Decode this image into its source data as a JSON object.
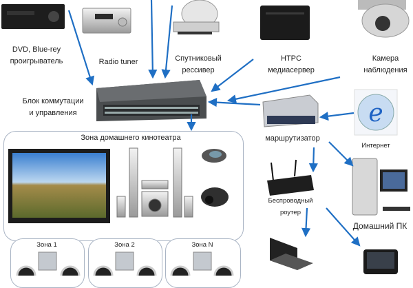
{
  "devices": {
    "dvd": {
      "line1": "DVD, Blue-rey",
      "line2": "проигрыватель"
    },
    "radio": {
      "line1": "Radio tuner"
    },
    "satellite": {
      "line1": "Спутниковый",
      "line2": "рессивер"
    },
    "htpc": {
      "line1": "HTPC",
      "line2": "медиасервер"
    },
    "camera": {
      "line1": "Камера",
      "line2": "наблюдения"
    },
    "switch": {
      "line1": "Блок коммутации",
      "line2": "и управления"
    },
    "router": {
      "line1": "маршрутизатор"
    },
    "internet": {
      "line1": "Интернет"
    },
    "wireless": {
      "line1": "Беспроводный",
      "line2": "роутер"
    },
    "pc": {
      "line1": "Домашний ПК"
    }
  },
  "zones": {
    "cinema": "Зона домашнего кинотеатра",
    "items": [
      "Зона 1",
      "Зона 2",
      "Зона N"
    ]
  },
  "colors": {
    "arrow": "#1f6fc4",
    "zone_border": "#a9b4c4"
  }
}
